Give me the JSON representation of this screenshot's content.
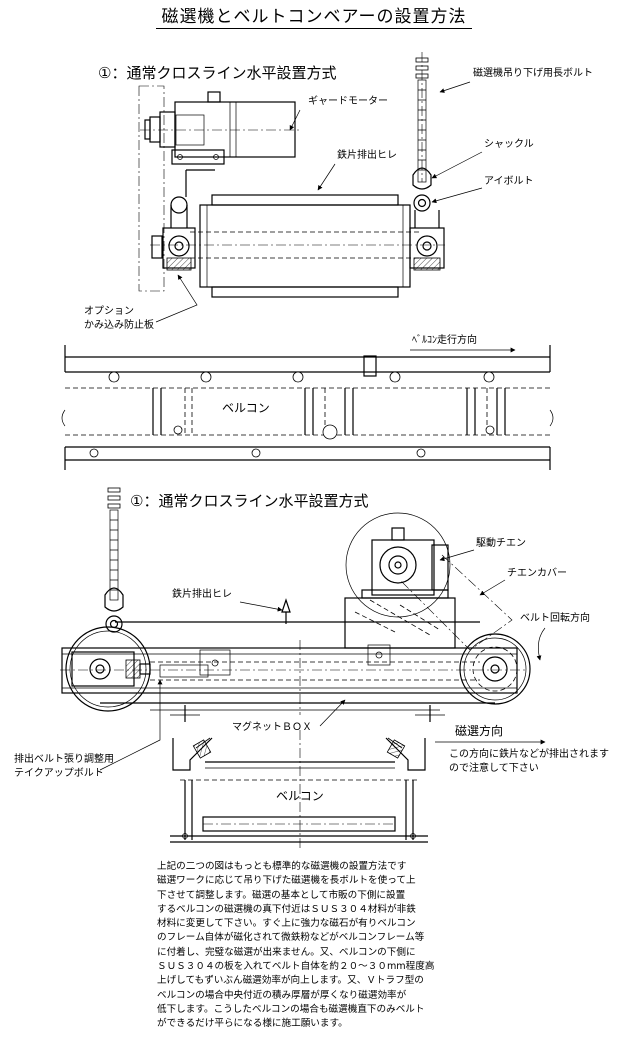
{
  "title": "磁選機とベルトコンベアーの設置方法",
  "diagram1": {
    "heading": "①：通常クロスライン水平設置方式",
    "labels": {
      "bolt": "磁選機吊り下げ用長ボルト",
      "motor": "ギャードモーター",
      "fin": "鉄片排出ヒレ",
      "shackle": "シャックル",
      "eyebolt": "アイボルト",
      "option_1": "オプション",
      "option_2": "かみ込み防止板",
      "direction": "ﾍﾞﾙｺﾝ走行方向",
      "conveyor": "ベルコン"
    }
  },
  "diagram2": {
    "heading": "①：通常クロスライン水平設置方式",
    "labels": {
      "chain": "駆動チエン",
      "fin": "鉄片排出ヒレ",
      "cover": "チエンカバー",
      "belt_dir": "ベルト回転方向",
      "magnet": "マグネットＢＯＸ",
      "takeup_1": "排出ベルト張り調整用",
      "takeup_2": "テイクアップボルト",
      "sep_dir": "磁選方向",
      "note_1": "この方向に鉄片などが排出されます",
      "note_2": "ので注意して下さい",
      "conveyor": "ベルコン"
    }
  },
  "notes": [
    "上記の二つの図はもっとも標準的な磁選機の設置方法です",
    "磁選ワークに応じて吊り下げた磁選機を長ボルトを使って上",
    "下させて調整します。磁選の基本として市販の下側に設置",
    "するベルコンの磁選機の真下付近はＳＵＳ３０４材料が非鉄",
    "材料に変更して下さい。すぐ上に強力な磁石が有りベルコン",
    "のフレーム自体が磁化されて微鉄粉などがベルコンフレーム等",
    "に付着し、完璧な磁選が出来ません。又、ベルコンの下側に",
    "ＳＵＳ３０４の板を入れてベルト自体を約２０～３０mm程度高",
    "上げしてもずいぶん磁選効率が向上します。又、Ｖトラフ型の",
    "ベルコンの場合中央付近の積み厚層が厚くなり磁選効率が",
    "低下します。こうしたベルコンの場合も磁選機直下のみベルト",
    "ができるだけ平らになる様に施工願います。"
  ]
}
